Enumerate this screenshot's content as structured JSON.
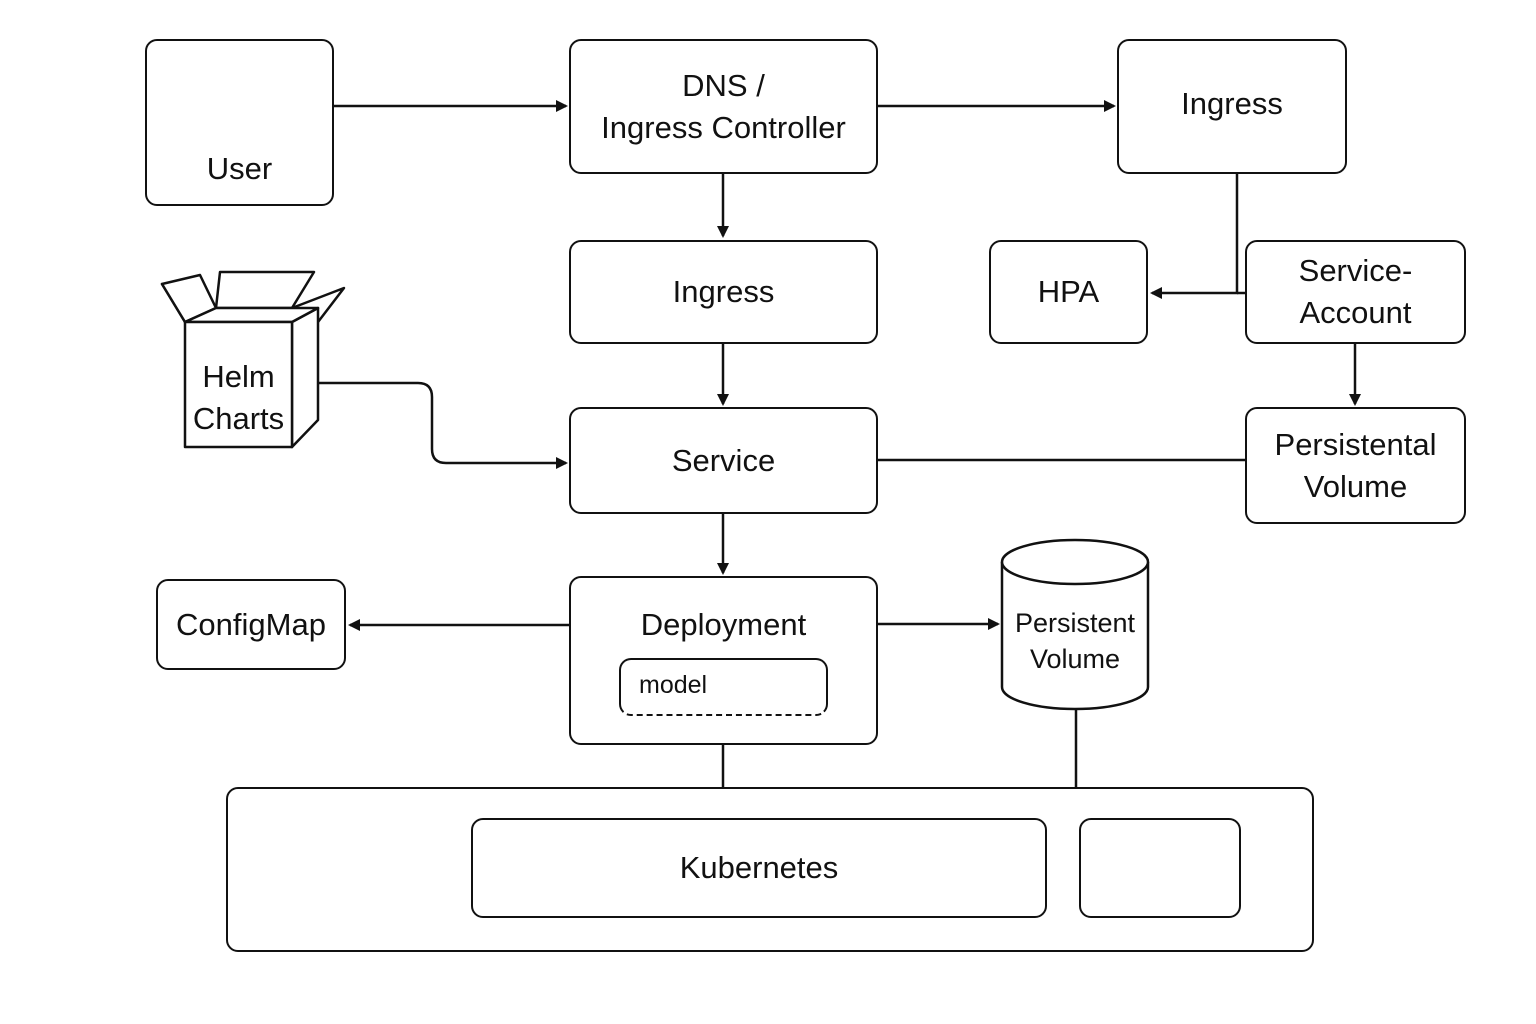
{
  "nodes": {
    "user": "User",
    "dns_line1": "DNS /",
    "dns_line2": "Ingress Controller",
    "ingress_top": "Ingress",
    "ingress_mid": "Ingress",
    "hpa": "HPA",
    "service_account_line1": "Service-",
    "service_account_line2": "Account",
    "helm_line1": "Helm",
    "helm_line2": "Charts",
    "service": "Service",
    "persistental_line1": "Persistental",
    "persistental_line2": "Volume",
    "configmap": "ConfigMap",
    "deployment": "Deployment",
    "model": "model",
    "pv_cyl_line1": "Persistent",
    "pv_cyl_line2": "Volume",
    "kubernetes": "Kubernetes"
  },
  "colors": {
    "stroke": "#111111",
    "background": "#ffffff"
  }
}
